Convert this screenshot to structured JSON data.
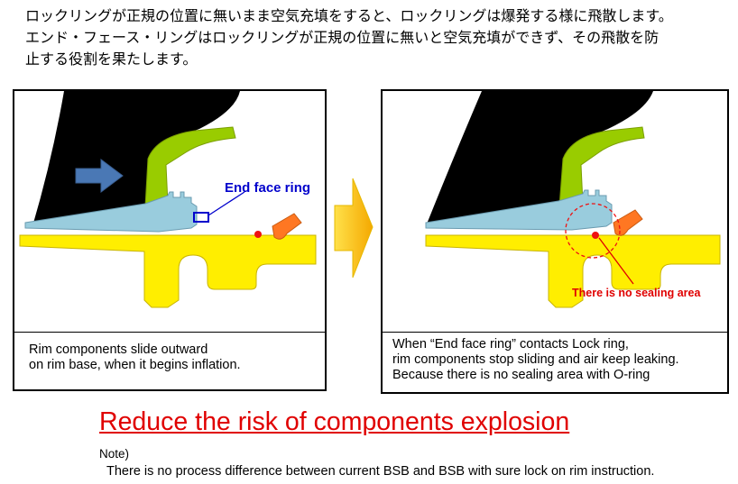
{
  "intro": {
    "lines": [
      "ロックリングが正規の位置に無いまま空気充填をすると、ロックリングは爆発する様に飛散します。",
      "エンド・フェース・リングはロックリングが正規の位置に無いと空気充填ができず、その飛散を防",
      "止する役割を果たします。"
    ]
  },
  "left_panel": {
    "label": "End face ring",
    "caption": [
      "Rim components slide outward",
      "on rim base, when it begins inflation."
    ]
  },
  "right_panel": {
    "label": "There is no sealing area",
    "caption": [
      "When “End face ring” contacts Lock ring,",
      "rim components stop sliding and air keep leaking.",
      "Because there is no sealing area with O-ring"
    ]
  },
  "headline": "Reduce the risk of components explosion",
  "note": {
    "title": "Note)",
    "text": "There is no process difference between current BSB  and BSB with sure lock on rim instruction."
  },
  "colors": {
    "tire": "#000000",
    "flange": "#99cc00",
    "ring": "#99ccdd",
    "rim": "#ffee00",
    "lock": "#ff7722",
    "oring": "#ee1111",
    "arrow": "#4a78b5",
    "label_blue": "#0000cc",
    "label_red": "#e00000"
  }
}
